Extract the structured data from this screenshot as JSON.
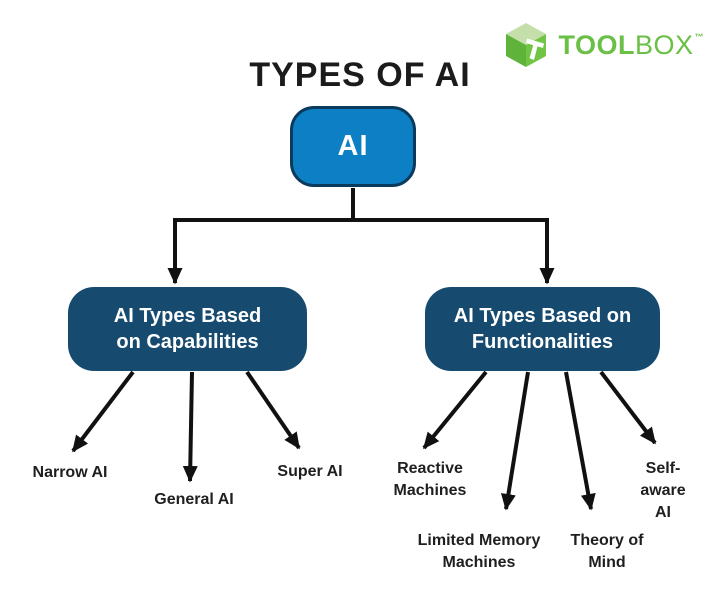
{
  "logo": {
    "brand_bold": "TOOL",
    "brand_light": "BOX",
    "trademark": "™",
    "green": "#6abf45"
  },
  "title": "TYPES OF AI",
  "diagram": {
    "root": {
      "label": "AI"
    },
    "branches": {
      "capabilities": {
        "label": "AI Types Based\non Capabilities"
      },
      "functionalities": {
        "label": "AI Types Based on\nFunctionalities"
      }
    },
    "leaves": {
      "narrow_ai": {
        "label": "Narrow AI"
      },
      "general_ai": {
        "label": "General AI"
      },
      "super_ai": {
        "label": "Super AI"
      },
      "reactive_machines": {
        "label": "Reactive\nMachines"
      },
      "limited_memory_machines": {
        "label": "Limited Memory\nMachines"
      },
      "theory_of_mind": {
        "label": "Theory of\nMind"
      },
      "self_aware_ai": {
        "label": "Self-aware\nAI"
      }
    }
  },
  "colors": {
    "root_fill": "#0d80c5",
    "root_border": "#0a3a5c",
    "branch_fill": "#164a6e",
    "arrow": "#111111",
    "title_text": "#1b1b1b",
    "node_text": "#ffffff",
    "logo_green": "#6abf45"
  }
}
